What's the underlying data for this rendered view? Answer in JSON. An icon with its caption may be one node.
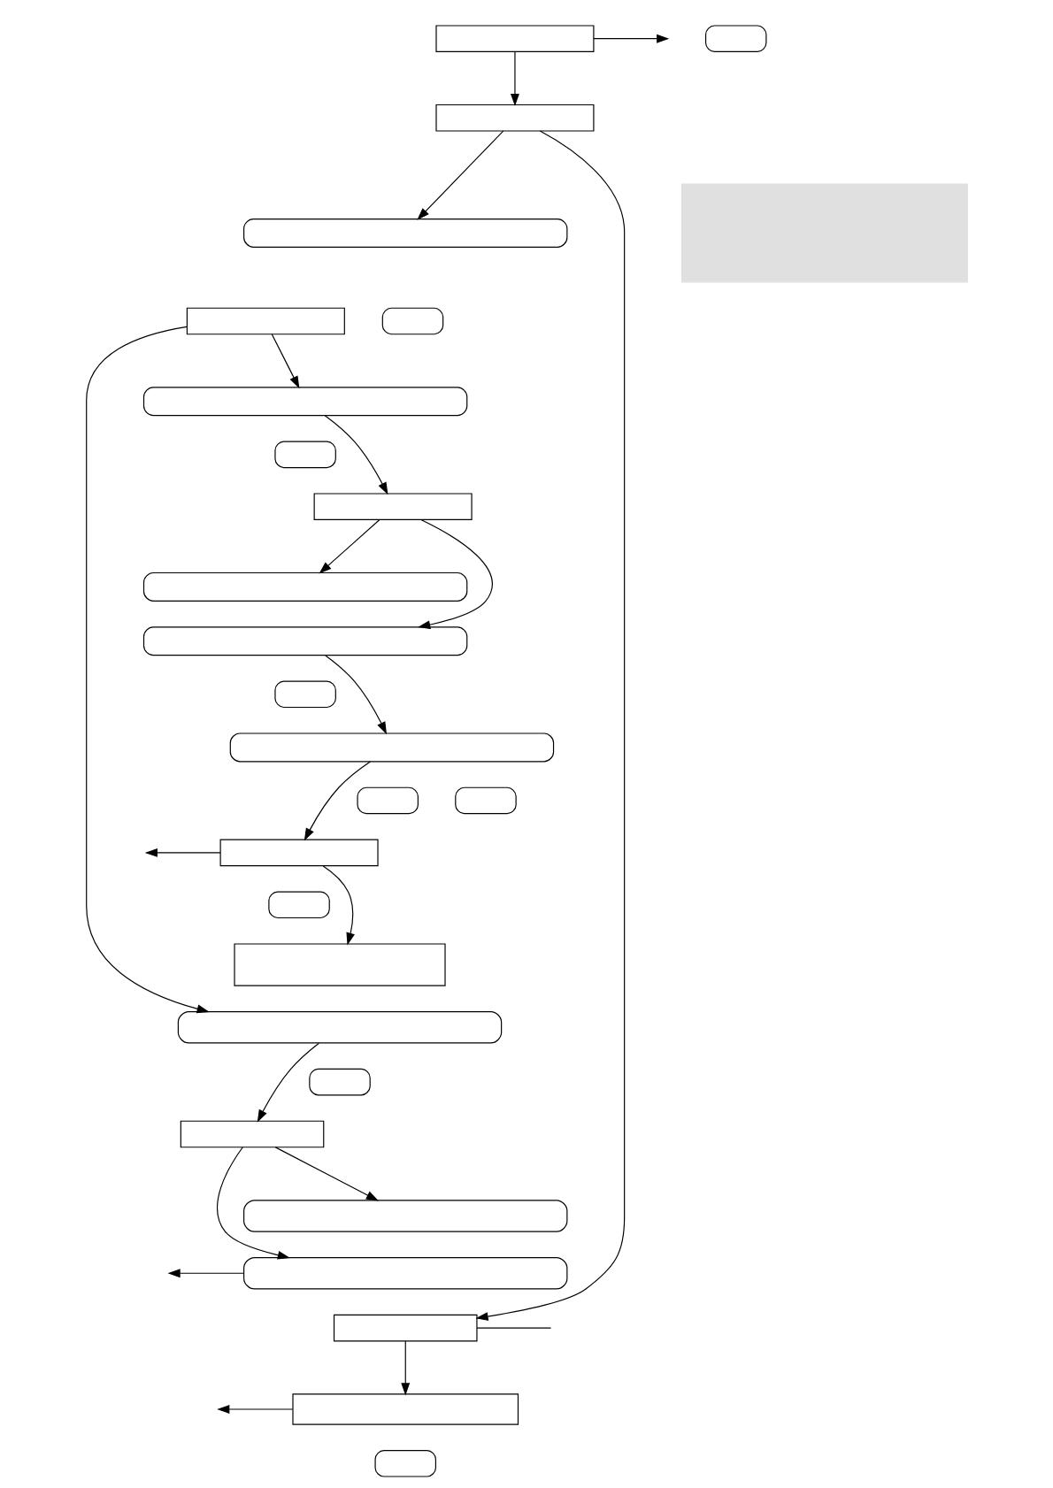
{
  "diagram": {
    "nodes": [
      {
        "text": [],
        "shape": "rounded"
      },
      {
        "text": [],
        "shape": "box"
      },
      {
        "text": [],
        "shape": "box"
      },
      {
        "text": [],
        "shape": "box"
      },
      {
        "text": [],
        "shape": "rounded"
      },
      {
        "text": [],
        "shape": "rounded"
      },
      {
        "text": [],
        "shape": "box"
      },
      {
        "text": [],
        "shape": "rounded"
      },
      {
        "text": [],
        "shape": "rounded"
      },
      {
        "text": [],
        "shape": "box"
      },
      {
        "text": [],
        "shape": "rounded"
      },
      {
        "text": [],
        "shape": "rounded"
      },
      {
        "text": [],
        "shape": "rounded"
      },
      {
        "text": [],
        "shape": "rounded"
      },
      {
        "text": [],
        "shape": "rounded"
      },
      {
        "text": [],
        "shape": "rounded"
      },
      {
        "text": [],
        "shape": "box"
      },
      {
        "text": [],
        "shape": "rounded"
      },
      {
        "text": [],
        "shape": "box"
      },
      {
        "text": [],
        "shape": "rounded"
      },
      {
        "text": [],
        "shape": "rounded"
      },
      {
        "text": [],
        "shape": "box"
      },
      {
        "text": [],
        "shape": "rounded"
      },
      {
        "text": [],
        "shape": "rounded"
      },
      {
        "text": [],
        "shape": "box"
      },
      {
        "text": [],
        "shape": "box"
      },
      {
        "text": [],
        "shape": "rounded"
      }
    ],
    "edges": [
      {
        "from": 1,
        "to": 2,
        "arrow": "to"
      },
      {
        "from": 1,
        "to": null,
        "arrow": "to"
      },
      {
        "from": 2,
        "to": 4,
        "arrow": "to"
      },
      {
        "from": 2,
        "to": 24,
        "arrow": "to"
      },
      {
        "from": 6,
        "to": 7,
        "arrow": "to"
      },
      {
        "from": 6,
        "to": 19,
        "arrow": "to"
      },
      {
        "from": 7,
        "to": 9,
        "arrow": "to"
      },
      {
        "from": 9,
        "to": 10,
        "arrow": "to"
      },
      {
        "from": 9,
        "to": 11,
        "arrow": "to"
      },
      {
        "from": 11,
        "to": 13,
        "arrow": "to"
      },
      {
        "from": 13,
        "to": 16,
        "arrow": "to"
      },
      {
        "from": 16,
        "to": 18,
        "arrow": "to"
      },
      {
        "from": 16,
        "to": null,
        "arrow": "to"
      },
      {
        "from": 19,
        "to": 21,
        "arrow": "to"
      },
      {
        "from": 21,
        "to": 22,
        "arrow": "to"
      },
      {
        "from": 21,
        "to": 23,
        "arrow": "to"
      },
      {
        "from": 23,
        "to": null,
        "arrow": "to"
      },
      {
        "from": 24,
        "to": 25,
        "arrow": "to"
      },
      {
        "from": 24,
        "to": null,
        "arrow": "none"
      },
      {
        "from": 25,
        "to": null,
        "arrow": "to"
      }
    ]
  }
}
